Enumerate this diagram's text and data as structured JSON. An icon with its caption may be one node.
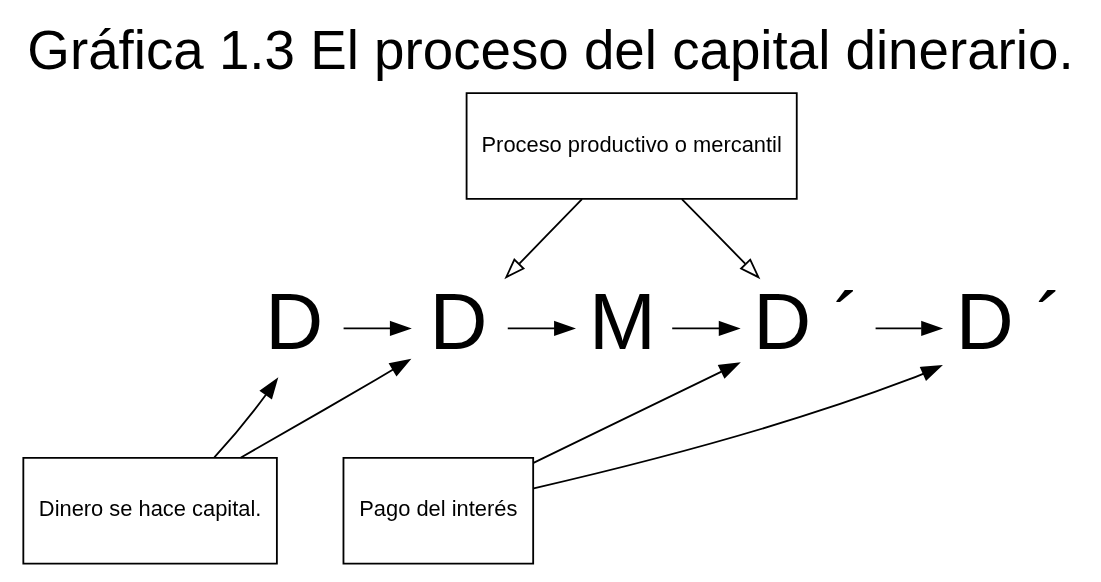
{
  "diagram": {
    "title": "Gráfica 1.3 El proceso del capital dinerario.",
    "nodes": [
      {
        "text": [
          "Proceso productivo o mercantil"
        ]
      },
      {
        "text": [
          "D"
        ]
      },
      {
        "text": [
          "D"
        ]
      },
      {
        "text": [
          "M"
        ]
      },
      {
        "text": [
          "D ´"
        ]
      },
      {
        "text": [
          "D ´"
        ]
      },
      {
        "text": [
          "Dinero se hace capital."
        ]
      },
      {
        "text": [
          "Pago del interés"
        ]
      }
    ],
    "edges": [
      {
        "from": 1,
        "to": 2,
        "arrow": "to"
      },
      {
        "from": 2,
        "to": 3,
        "arrow": "to"
      },
      {
        "from": 3,
        "to": 4,
        "arrow": "to"
      },
      {
        "from": 4,
        "to": 5,
        "arrow": "to"
      },
      {
        "from": 0,
        "to": 2,
        "arrow": "to"
      },
      {
        "from": 0,
        "to": 4,
        "arrow": "to"
      },
      {
        "from": 6,
        "to": 1,
        "arrow": "to"
      },
      {
        "from": 6,
        "to": 2,
        "arrow": "to"
      },
      {
        "from": 7,
        "to": 4,
        "arrow": "to"
      },
      {
        "from": 7,
        "to": 5,
        "arrow": "to"
      }
    ]
  }
}
